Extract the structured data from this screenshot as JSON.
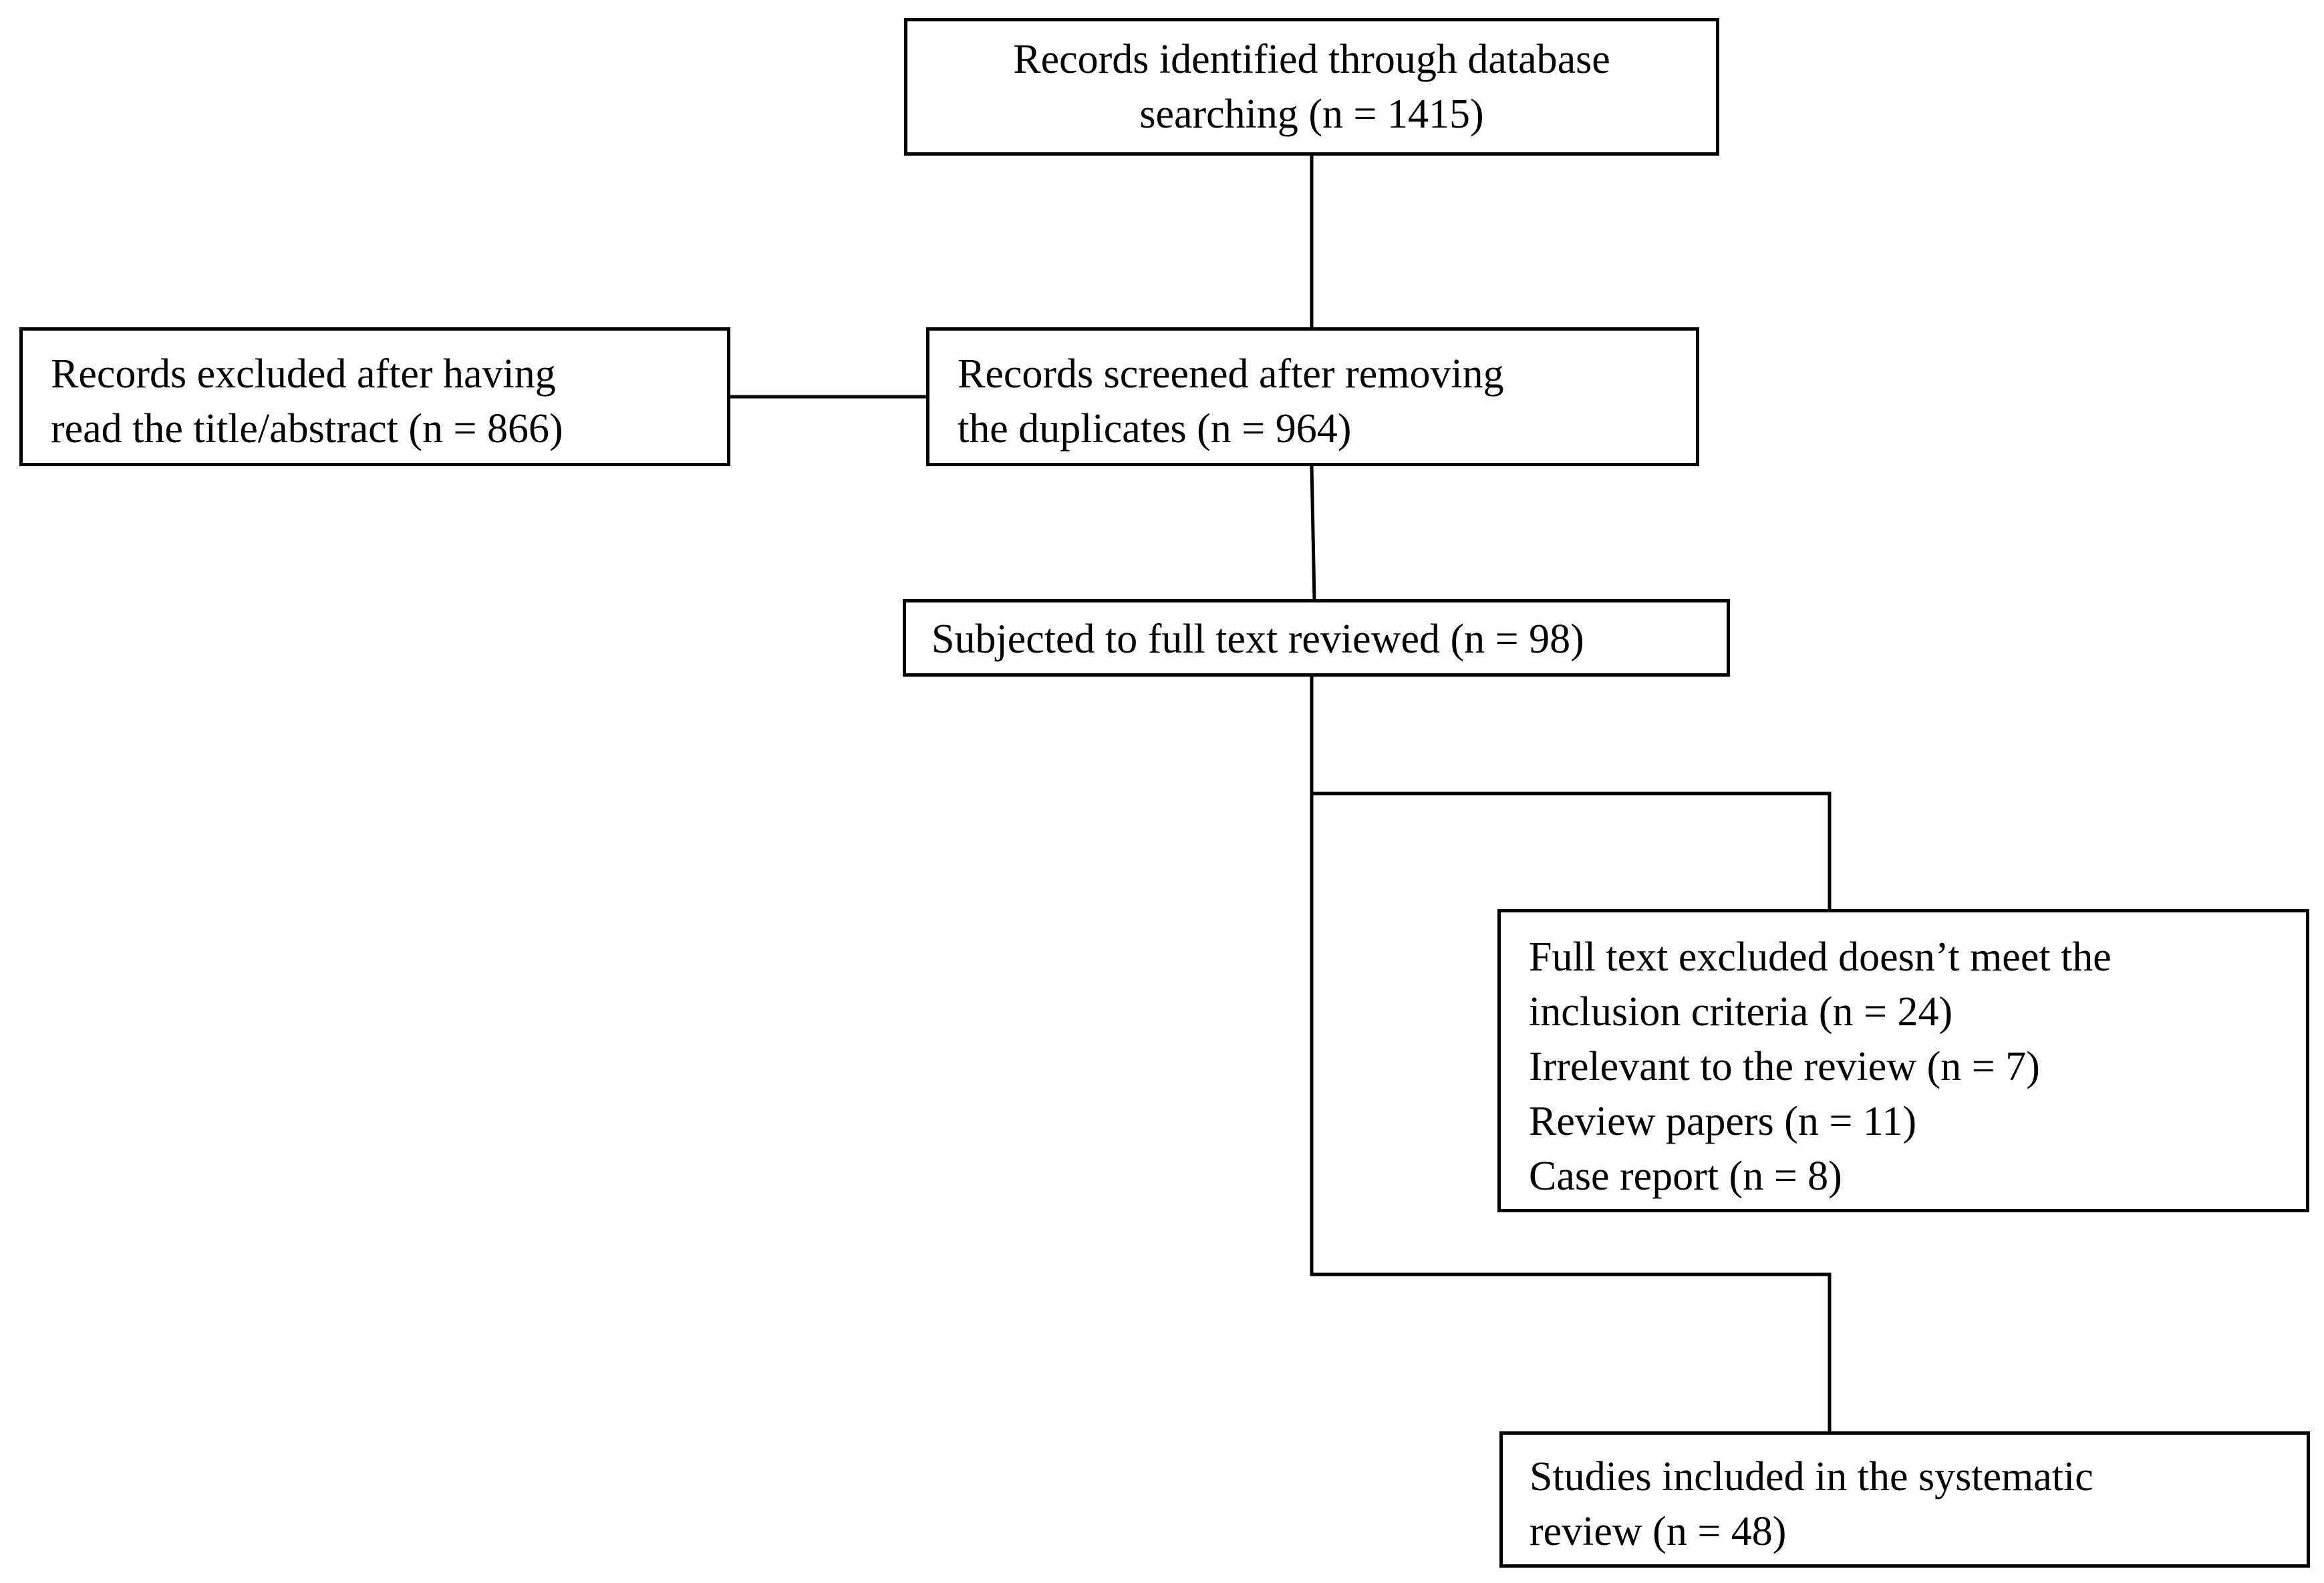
{
  "diagram": {
    "type": "flowchart",
    "boxes": {
      "identified": {
        "lines": [
          "Records identified through database",
          "searching (n =  1415)"
        ]
      },
      "excluded_title": {
        "lines": [
          "Records excluded  after having",
          "read the title/abstract (n = 866)"
        ]
      },
      "screened": {
        "lines": [
          "Records screened after removing",
          "the duplicates (n = 964)"
        ]
      },
      "fulltext": {
        "lines": [
          "Subjected to full text reviewed (n = 98)"
        ]
      },
      "excluded_full": {
        "lines": [
          "Full text excluded  doesn’t meet the",
          "inclusion criteria (n = 24)",
          "Irrelevant to the review (n = 7)",
          "Review papers (n = 11)",
          "Case report (n = 8)"
        ]
      },
      "included": {
        "lines": [
          "Studies included in the systematic",
          "review (n = 48)"
        ]
      }
    },
    "edges": [
      {
        "from": "identified",
        "to": "screened"
      },
      {
        "from": "screened",
        "to": "excluded_title"
      },
      {
        "from": "screened",
        "to": "fulltext"
      },
      {
        "from": "fulltext",
        "to": "excluded_full"
      },
      {
        "from": "fulltext",
        "to": "included"
      }
    ],
    "line_color": "#000000"
  }
}
